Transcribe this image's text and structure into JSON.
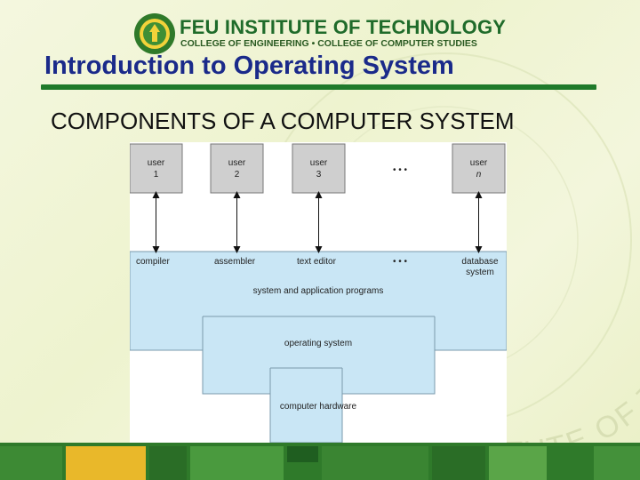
{
  "header": {
    "institution": "FEU INSTITUTE OF TECHNOLOGY",
    "colleges": "COLLEGE OF ENGINEERING • COLLEGE OF COMPUTER STUDIES"
  },
  "slide": {
    "title": "Introduction to Operating System",
    "subtitle": "COMPONENTS OF A COMPUTER SYSTEM"
  },
  "watermark": {
    "text": "FEU INSTITUTE OF TECHNOLOGY"
  },
  "diagram": {
    "users": [
      {
        "line1": "user",
        "line2": "1"
      },
      {
        "line1": "user",
        "line2": "2"
      },
      {
        "line1": "user",
        "line2": "3"
      },
      {
        "line1": "user",
        "line2": "n"
      }
    ],
    "ellipsis": "• • •",
    "programs": [
      "compiler",
      "assembler",
      "text editor",
      "database",
      "system"
    ],
    "layers": {
      "apps": "system and application programs",
      "os": "operating system",
      "hardware": "computer hardware"
    }
  },
  "colors": {
    "brand_green": "#1f7a2a",
    "title_blue": "#1a2a8a",
    "layer_fill": "#c9e6f5",
    "user_fill": "#cfcfcf",
    "footer_gold": "#e9b82a"
  }
}
